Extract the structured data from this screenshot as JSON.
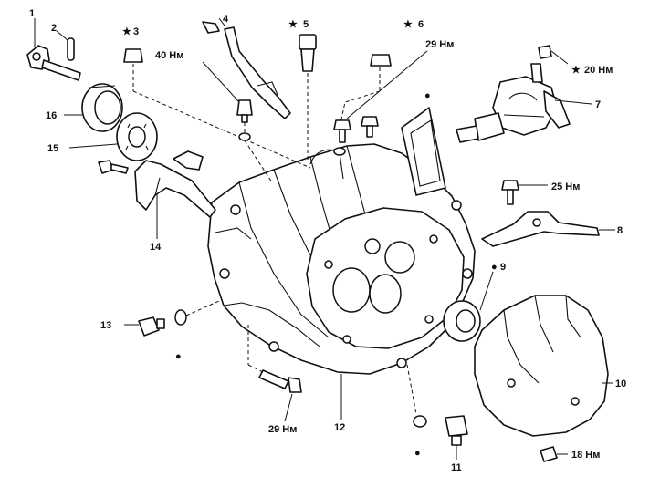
{
  "callouts": {
    "c1": "1",
    "c2": "2",
    "c3": "3",
    "c4": "4",
    "c5": "5",
    "c6": "6",
    "c7": "7",
    "c8": "8",
    "c9": "9",
    "c10": "10",
    "c11": "11",
    "c12": "12",
    "c13": "13",
    "c14": "14",
    "c15": "15",
    "c16": "16"
  },
  "torques": {
    "t40": "40 Нм",
    "t29a": "29 Нм",
    "t20": "20 Нм",
    "t25": "25 Нм",
    "t29b": "29 Нм",
    "t18": "18 Нм"
  },
  "symbols": {
    "star": "★",
    "dot": "●"
  }
}
